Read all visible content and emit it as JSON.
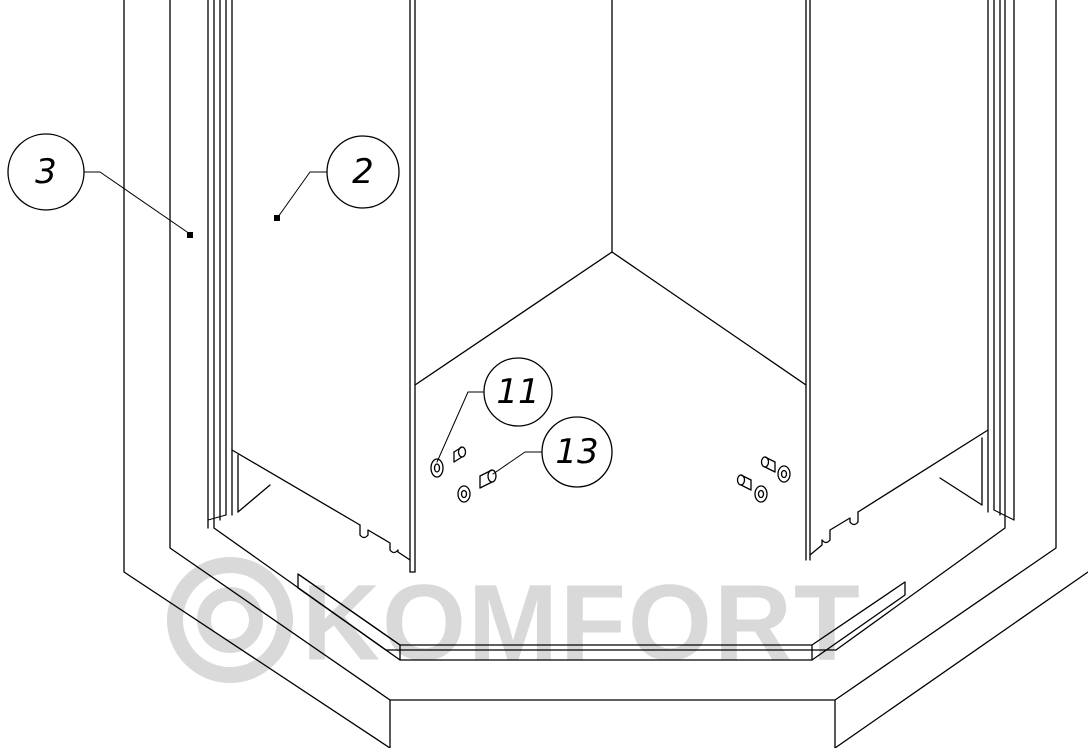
{
  "watermark": {
    "text": "KOMFORT",
    "color": "#d9d9d9"
  },
  "callouts": [
    {
      "id": "callout-3",
      "label": "3"
    },
    {
      "id": "callout-2",
      "label": "2"
    },
    {
      "id": "callout-11",
      "label": "11"
    },
    {
      "id": "callout-13",
      "label": "13"
    }
  ],
  "colors": {
    "line": "#000000",
    "background": "#ffffff"
  }
}
